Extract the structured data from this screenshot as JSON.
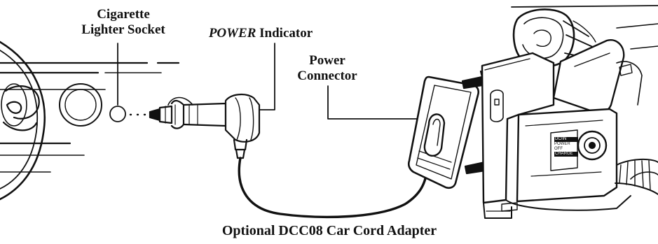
{
  "labels": {
    "cigarette_line1": "Cigarette",
    "cigarette_line2": "Lighter Socket",
    "power_indicator_word": "POWER",
    "power_indicator_rest": " Indicator",
    "power_connector_line1": "Power",
    "power_connector_line2": "Connector",
    "caption": "Optional DCC08 Car Cord Adapter"
  },
  "camera_jack_text": {
    "line1": "DC/IN",
    "line2": "POWER",
    "line3": "OFF",
    "line4": "CHARGE"
  },
  "colors": {
    "ink": "#111111",
    "background": "#ffffff"
  }
}
